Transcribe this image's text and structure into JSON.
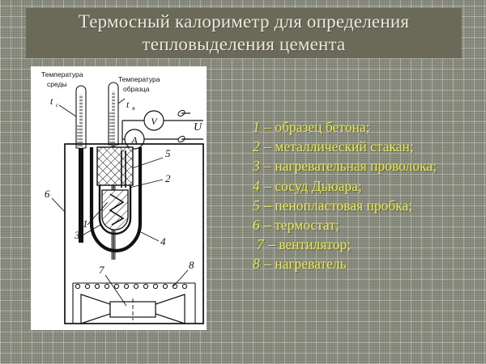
{
  "slide": {
    "title": "Термосный калориметр для определения тепловыделения цемента",
    "background_color": "#7e8273",
    "title_bar_color": "#6b6a59",
    "title_text_color": "#e9e9e0",
    "legend_text_color": "#ece94f",
    "panel_color": "#ffffff"
  },
  "figure": {
    "labels": {
      "ambient_title_line1": "Температура",
      "ambient_title_line2": "среды",
      "ambient_symbol": "t",
      "ambient_subscript": "с",
      "sample_title_line1": "Температура",
      "sample_title_line2": "образца",
      "sample_symbol": "t",
      "sample_subscript": "я",
      "ammeter": "A",
      "voltmeter": "V",
      "voltage": "U"
    },
    "callouts": [
      {
        "id": "1",
        "text": "1"
      },
      {
        "id": "2",
        "text": "2"
      },
      {
        "id": "3",
        "text": "3"
      },
      {
        "id": "4",
        "text": "4"
      },
      {
        "id": "5",
        "text": "5"
      },
      {
        "id": "6",
        "text": "6"
      },
      {
        "id": "7",
        "text": "7"
      },
      {
        "id": "8",
        "text": "8"
      }
    ]
  },
  "legend": {
    "items": [
      {
        "num": "1",
        "text": "– образец бетона;"
      },
      {
        "num": "2",
        "text": "– металлический стакан;"
      },
      {
        "num": "3",
        "text": "– нагревательная проволока;"
      },
      {
        "num": "4",
        "text": "– сосуд Дьюара;"
      },
      {
        "num": "5",
        "text": "– пенопластовая пробка;"
      },
      {
        "num": "6",
        "text": "– термостат;"
      },
      {
        "num": "7",
        "text": "– вентилятор;"
      },
      {
        "num": "8",
        "text": "– нагреватель"
      }
    ]
  }
}
